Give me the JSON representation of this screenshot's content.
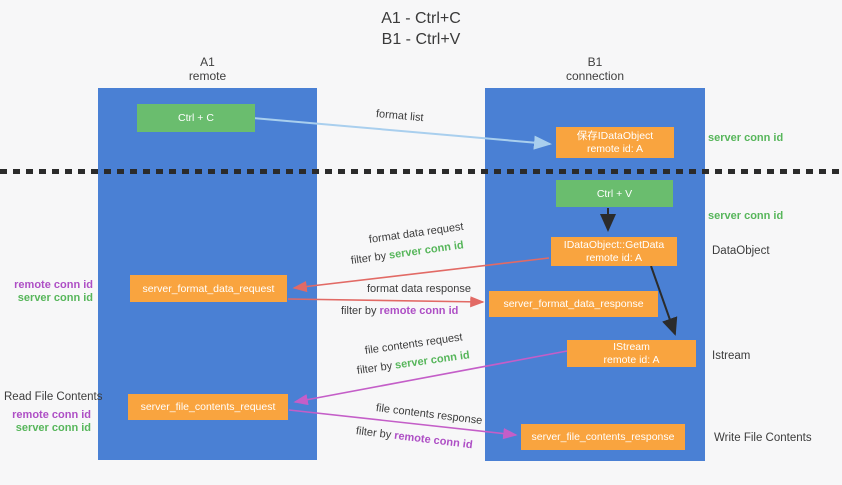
{
  "title": {
    "line1": "A1 - Ctrl+C",
    "line2": "B1 - Ctrl+V"
  },
  "columns": {
    "a1": {
      "name": "A1",
      "subtitle": "remote"
    },
    "b1": {
      "name": "B1",
      "subtitle": "connection"
    }
  },
  "nodes": {
    "ctrl_c": {
      "label": "Ctrl + C"
    },
    "ctrl_v": {
      "label": "Ctrl + V"
    },
    "save_idataobject": {
      "line1": "保存IDataObject",
      "line2": "remote id: A"
    },
    "getdata": {
      "line1": "IDataObject::GetData",
      "line2": "remote id: A"
    },
    "istream": {
      "line1": "IStream",
      "line2": "remote id: A"
    },
    "format_request": {
      "label": "server_format_data_request"
    },
    "format_response": {
      "label": "server_format_data_response"
    },
    "file_request": {
      "label": "server_file_contents_request"
    },
    "file_response": {
      "label": "server_file_contents_response"
    }
  },
  "arrow_labels": {
    "format_list": "format list",
    "format_data_request": "format data request",
    "format_data_response": "format data response",
    "file_contents_request": "file contents request",
    "file_contents_response": "file contents response",
    "filter_by": "filter by ",
    "server_conn_id": "server conn id",
    "remote_conn_id": "remote conn id"
  },
  "side_labels": {
    "server_conn_id_top": "server conn id",
    "server_conn_id_mid": "server conn id",
    "dataobject": "DataObject",
    "istream": "Istream",
    "write_file_contents": "Write File Contents",
    "read_file_contents": "Read File Contents",
    "remote_conn_id_left1": "remote conn id",
    "server_conn_id_left1": "server conn id",
    "remote_conn_id_left2": "remote conn id",
    "server_conn_id_left2": "server conn id"
  },
  "colors": {
    "background": "#f7f7f8",
    "column_blue": "#4a80d4",
    "box_green": "#6abd6e",
    "box_orange": "#f9a43f",
    "arrow_red": "#e26a65",
    "arrow_magenta": "#c45ec8",
    "arrow_light_blue": "#a9cfee",
    "arrow_black": "#2b2b2b",
    "text_green": "#57b65b",
    "text_purple": "#ae4fc5",
    "text_dark": "#3c3c3c"
  }
}
